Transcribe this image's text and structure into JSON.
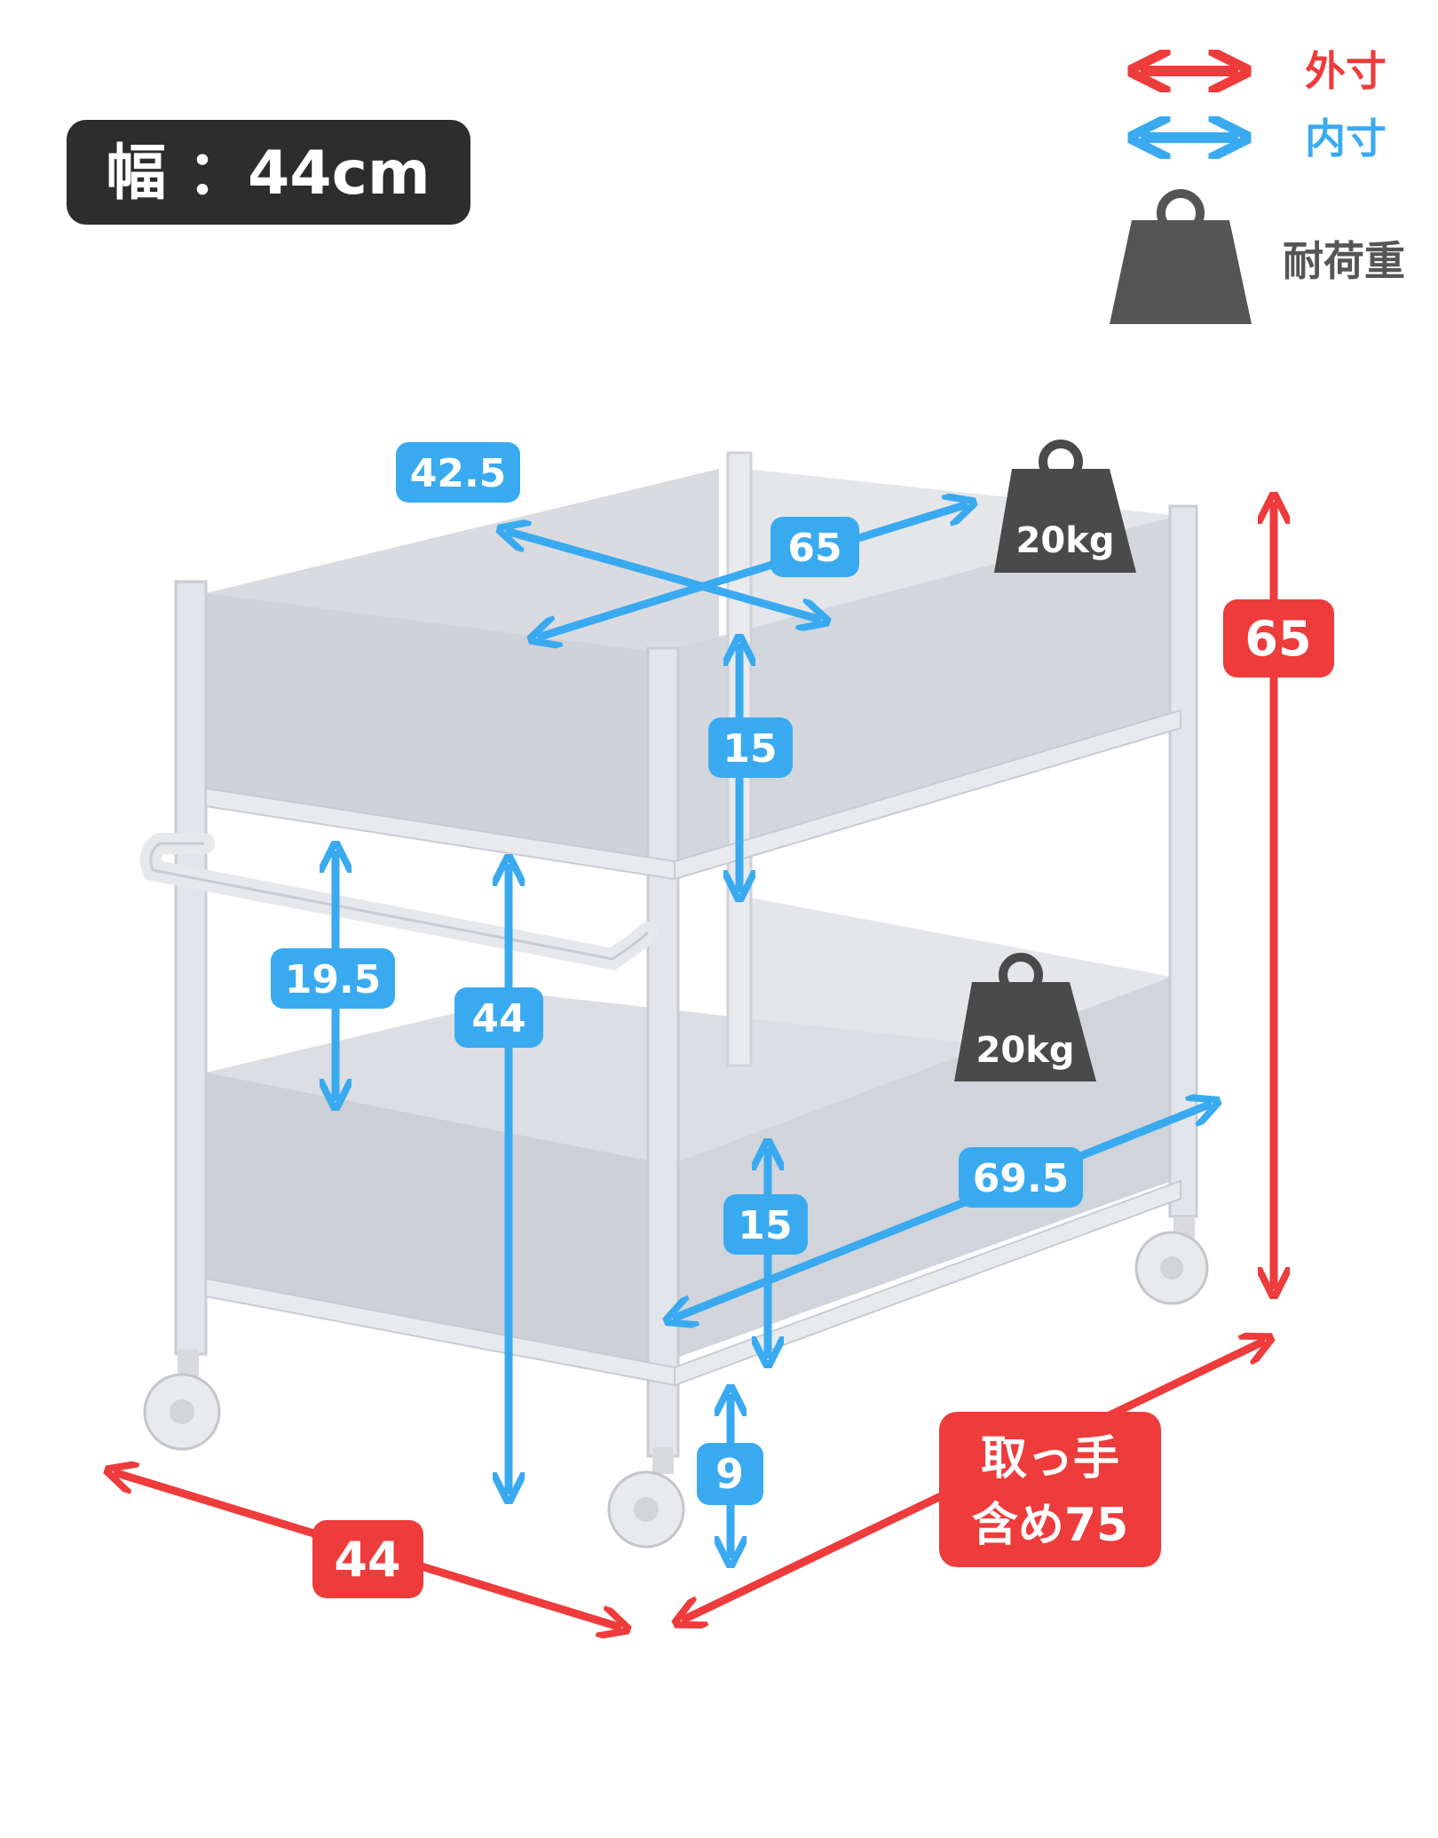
{
  "width_badge": {
    "text": "幅 ：44cm"
  },
  "legend": {
    "outer": {
      "label": "外寸",
      "color": "#ee3b3b"
    },
    "inner": {
      "label": "内寸",
      "color": "#3aaaf0"
    },
    "load": {
      "label": "耐荷重",
      "color": "#5a5a5a"
    }
  },
  "dimensions": {
    "top_shelf_depth_inner": "42.5",
    "top_shelf_width_inner": "65",
    "top_shelf_height_inner": "15",
    "shelf_gap_inner": "19.5",
    "bottom_shelf_top_height": "44",
    "bottom_shelf_width_inner": "69.5",
    "bottom_shelf_height_inner": "15",
    "floor_clearance": "9",
    "total_height_outer": "65",
    "depth_outer": "44",
    "width_outer_line1": "取っ手",
    "width_outer_line2": "含め75"
  },
  "loads": {
    "top": "20kg",
    "bottom": "20kg"
  },
  "colors": {
    "outer": "#ee3b3b",
    "inner": "#3aaaf0",
    "badge": "#2d2d2d",
    "weight": "#4a4a4a",
    "frame": "#e3e5ea",
    "panel": "#cfd2d9"
  }
}
